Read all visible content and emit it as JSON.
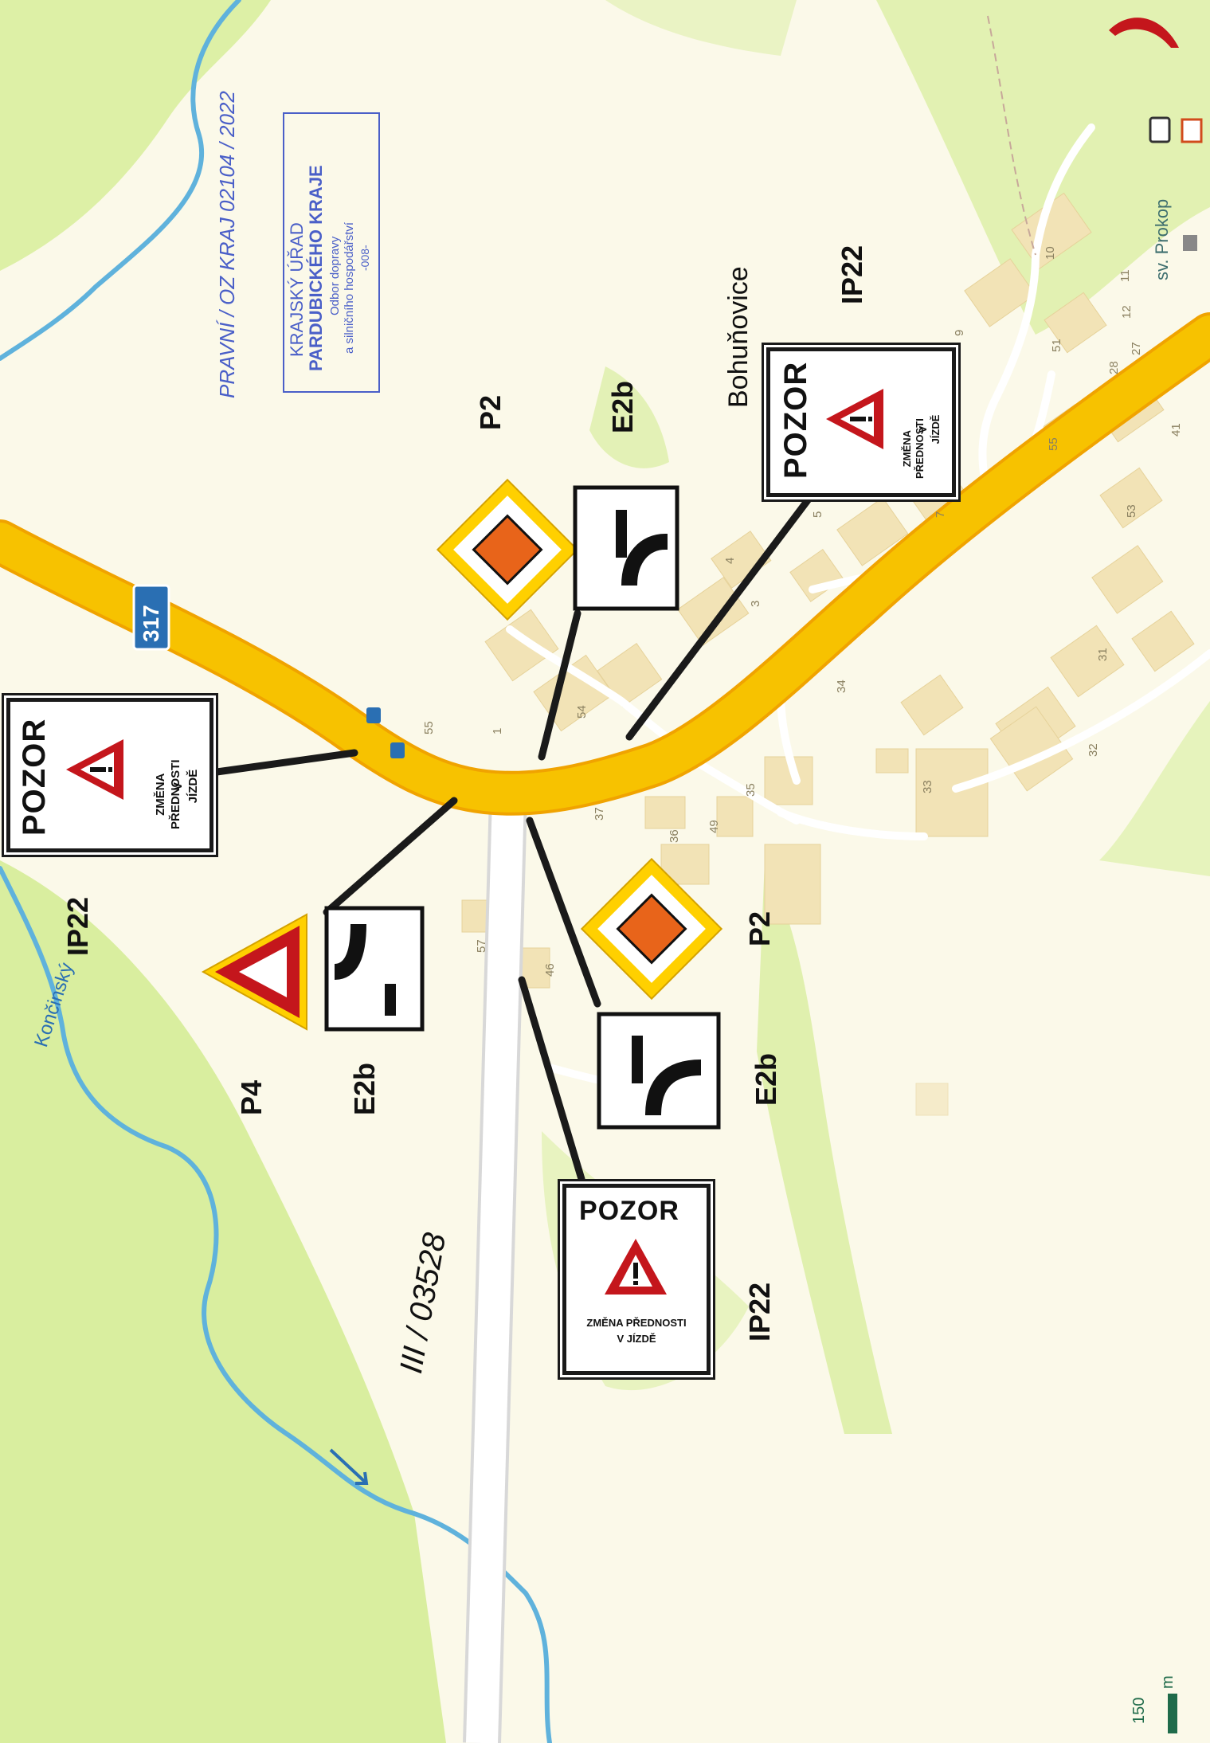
{
  "map": {
    "village_name": "Bohuňovice",
    "stream_name": "Končinský",
    "road_badge": "317",
    "road_handwritten": "III / 03528",
    "chapel_label": "sv. Prokop",
    "scale_value": "150",
    "scale_unit": "m",
    "colors": {
      "main_road": "#f7c200",
      "road_edge": "#f0a300",
      "water": "#5fb2dc",
      "forest": "#d7ec9c",
      "building": "#f2e3b6",
      "background": "#fbf9e9",
      "sign_red": "#c4161c",
      "sign_yellow": "#ffd000",
      "badge": "#2a6fb3"
    }
  },
  "sign_codes": {
    "p2_top": "P2",
    "e2b_top": "E2b",
    "ip22_top": "IP22",
    "ip22_left": "IP22",
    "p4": "P4",
    "e2b_left": "E2b",
    "p2_mid": "P2",
    "e2b_mid": "E2b",
    "ip22_bottom": "IP22"
  },
  "warning_signs": [
    {
      "title": "POZOR",
      "line1": "ZMĚNA PŘEDNOSTI",
      "line2": "V JÍZDĚ"
    },
    {
      "title": "POZOR",
      "line1": "ZMĚNA PŘEDNOSTI",
      "line2": "V JÍZDĚ"
    },
    {
      "title": "POZOR",
      "line1": "ZMĚNA PŘEDNOSTI",
      "line2": "V JÍZDĚ"
    }
  ],
  "house_numbers": [
    "10",
    "9",
    "11",
    "12",
    "27",
    "51",
    "28",
    "55",
    "7",
    "5",
    "4",
    "3",
    "53",
    "41",
    "55",
    "1",
    "54",
    "34",
    "31",
    "37",
    "36",
    "49",
    "35",
    "32",
    "33",
    "57",
    "46"
  ],
  "stamp": {
    "handwritten_top": "PRAVNÍ / OZ KRAJ 02104 / 2022",
    "line1": "KRAJSKÝ ÚŘAD",
    "line2": "PARDUBICKÉHO KRAJE",
    "line3": "Odbor dopravy",
    "line4": "a silničního hospodářství",
    "line5": "-008-"
  }
}
